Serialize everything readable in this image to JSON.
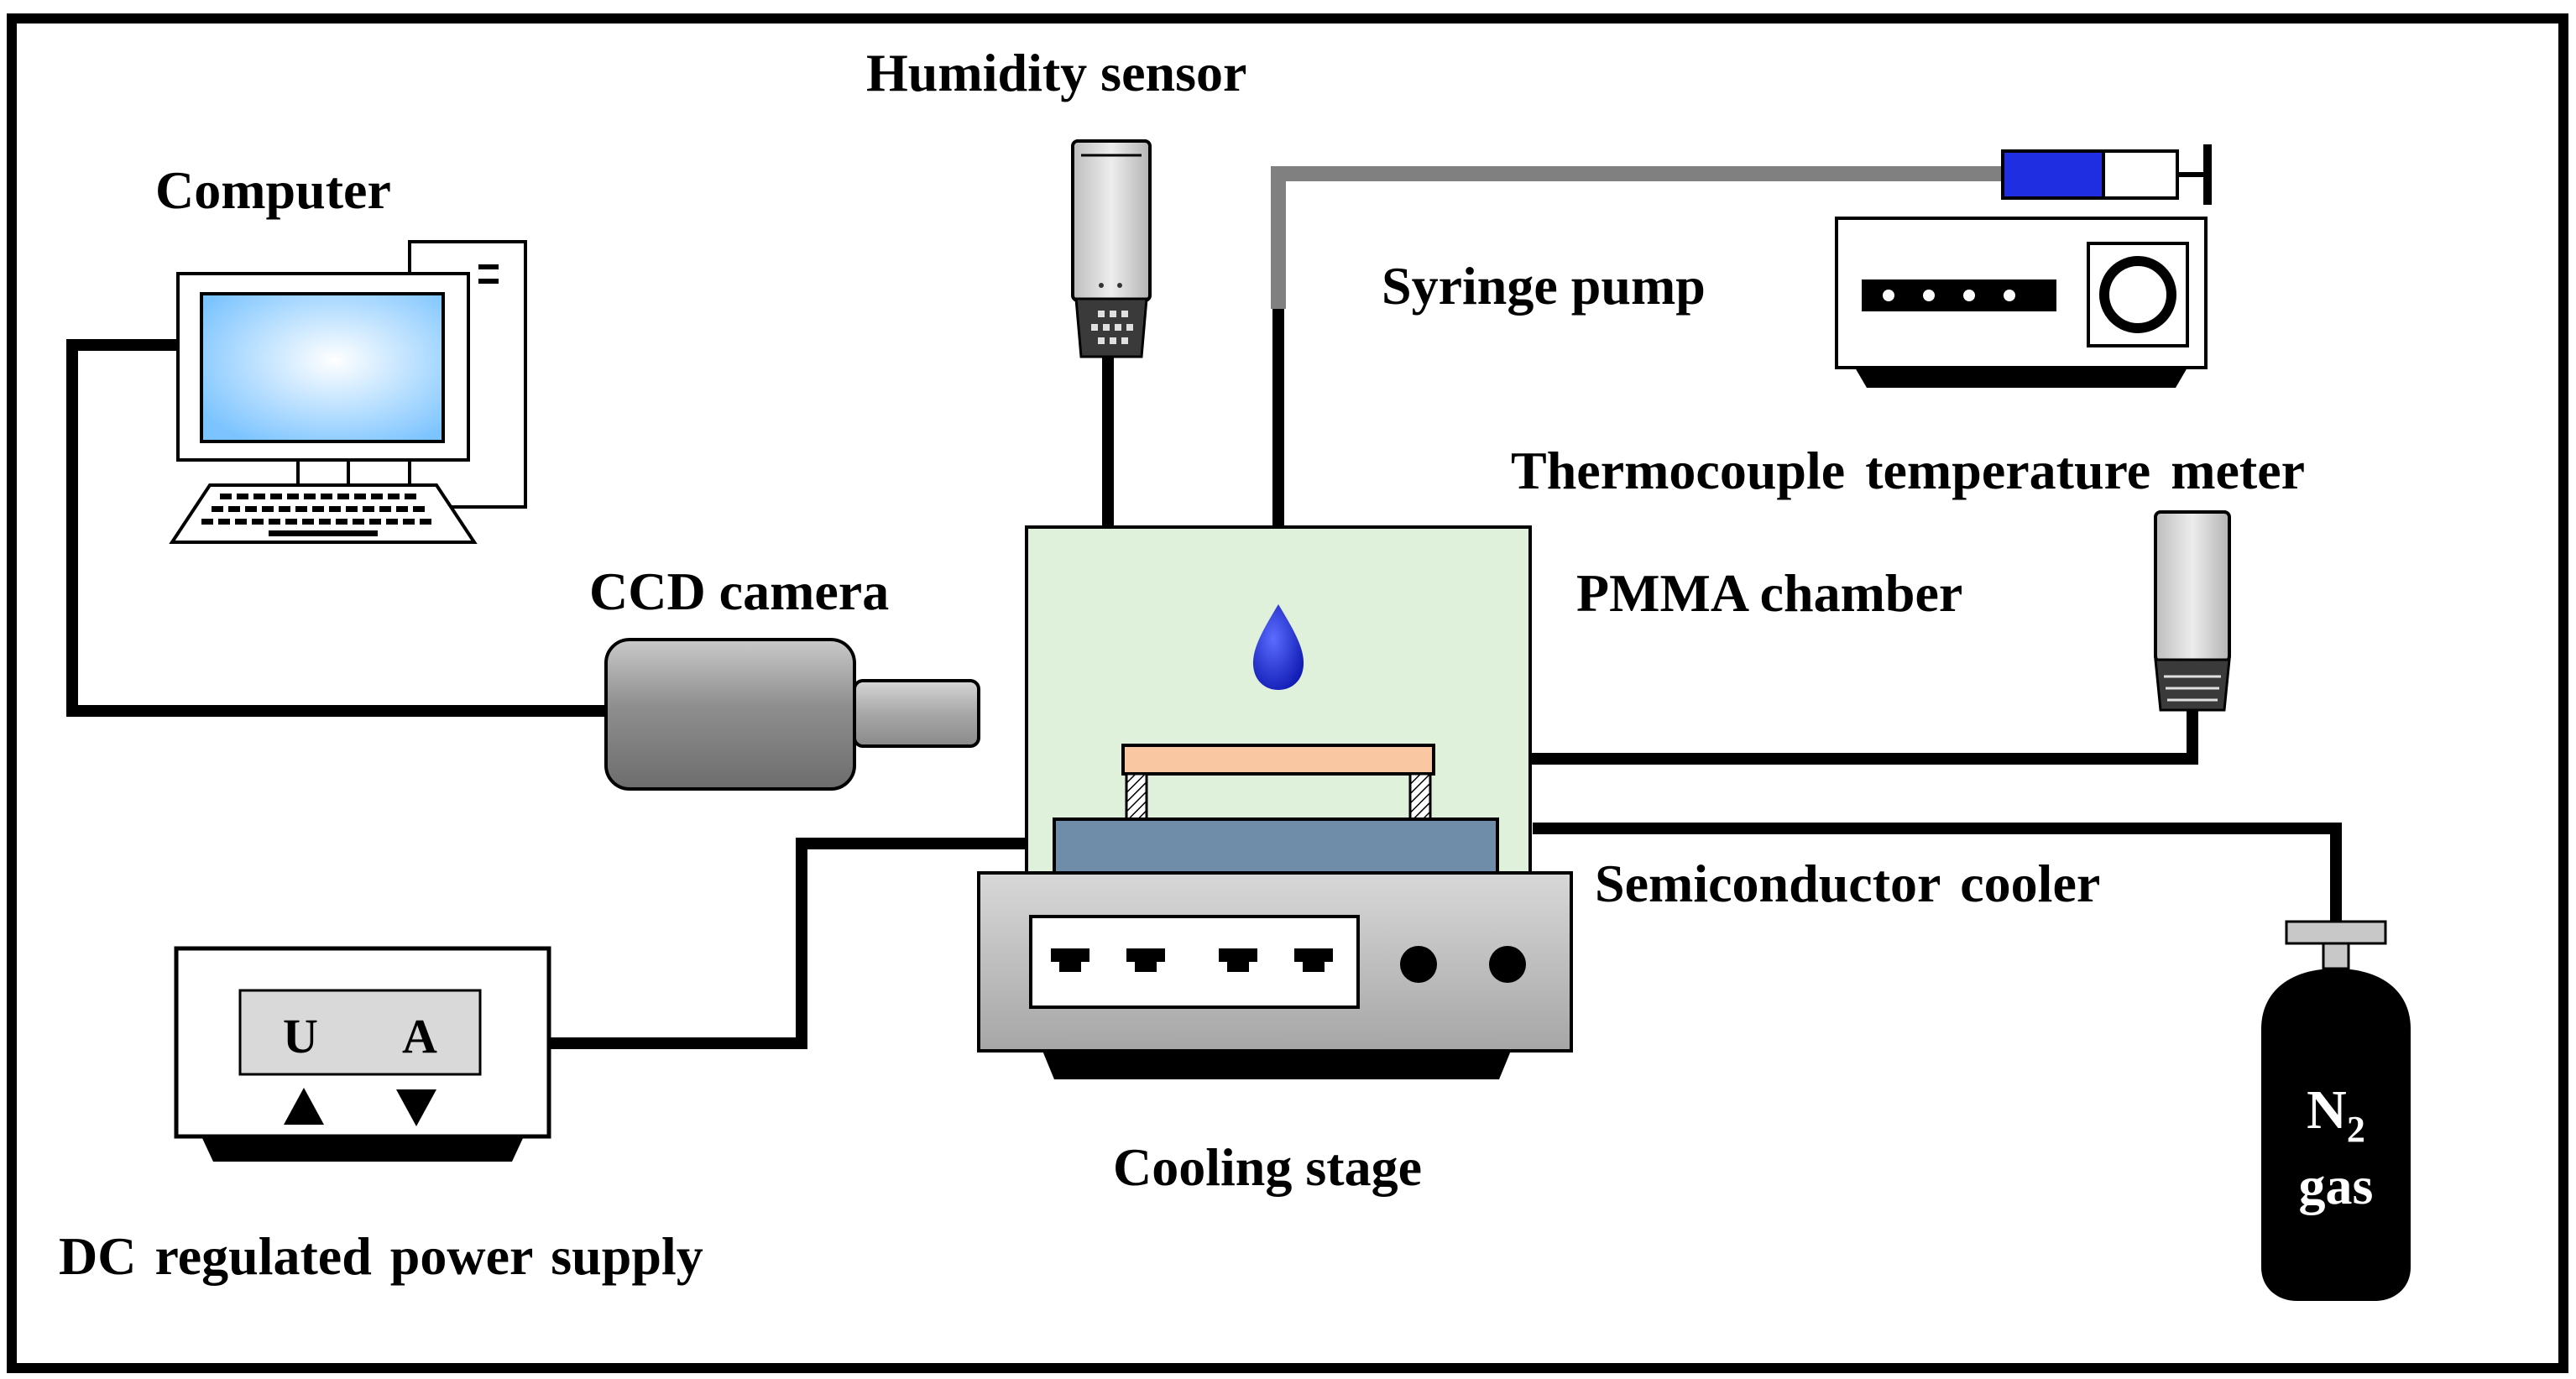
{
  "labels": {
    "computer": "Computer",
    "humidity_sensor": "Humidity sensor",
    "syringe_pump": "Syringe pump",
    "thermocouple_meter": "Thermocouple temperature meter",
    "ccd_camera": "CCD camera",
    "pmma_chamber": "PMMA chamber",
    "semiconductor_cooler": "Semiconductor cooler",
    "cooling_stage": "Cooling stage",
    "dc_power_supply": "DC regulated power supply"
  },
  "power_supply_display": {
    "voltage": "U",
    "current": "A"
  },
  "gas_cylinder": {
    "formula_main": "N",
    "formula_sub": "2",
    "text": "gas"
  },
  "colors": {
    "chamber_fill": "#dff0db",
    "droplet": "#1f2fd6",
    "sample_plate": "#f9c8a3",
    "cooler": "#6f8ca8",
    "syringe_plunger": "#1e2ee0",
    "monitor_screen": "#9fd5ff",
    "camera_body": "#9a9a9a",
    "cylinder": "#000000"
  }
}
